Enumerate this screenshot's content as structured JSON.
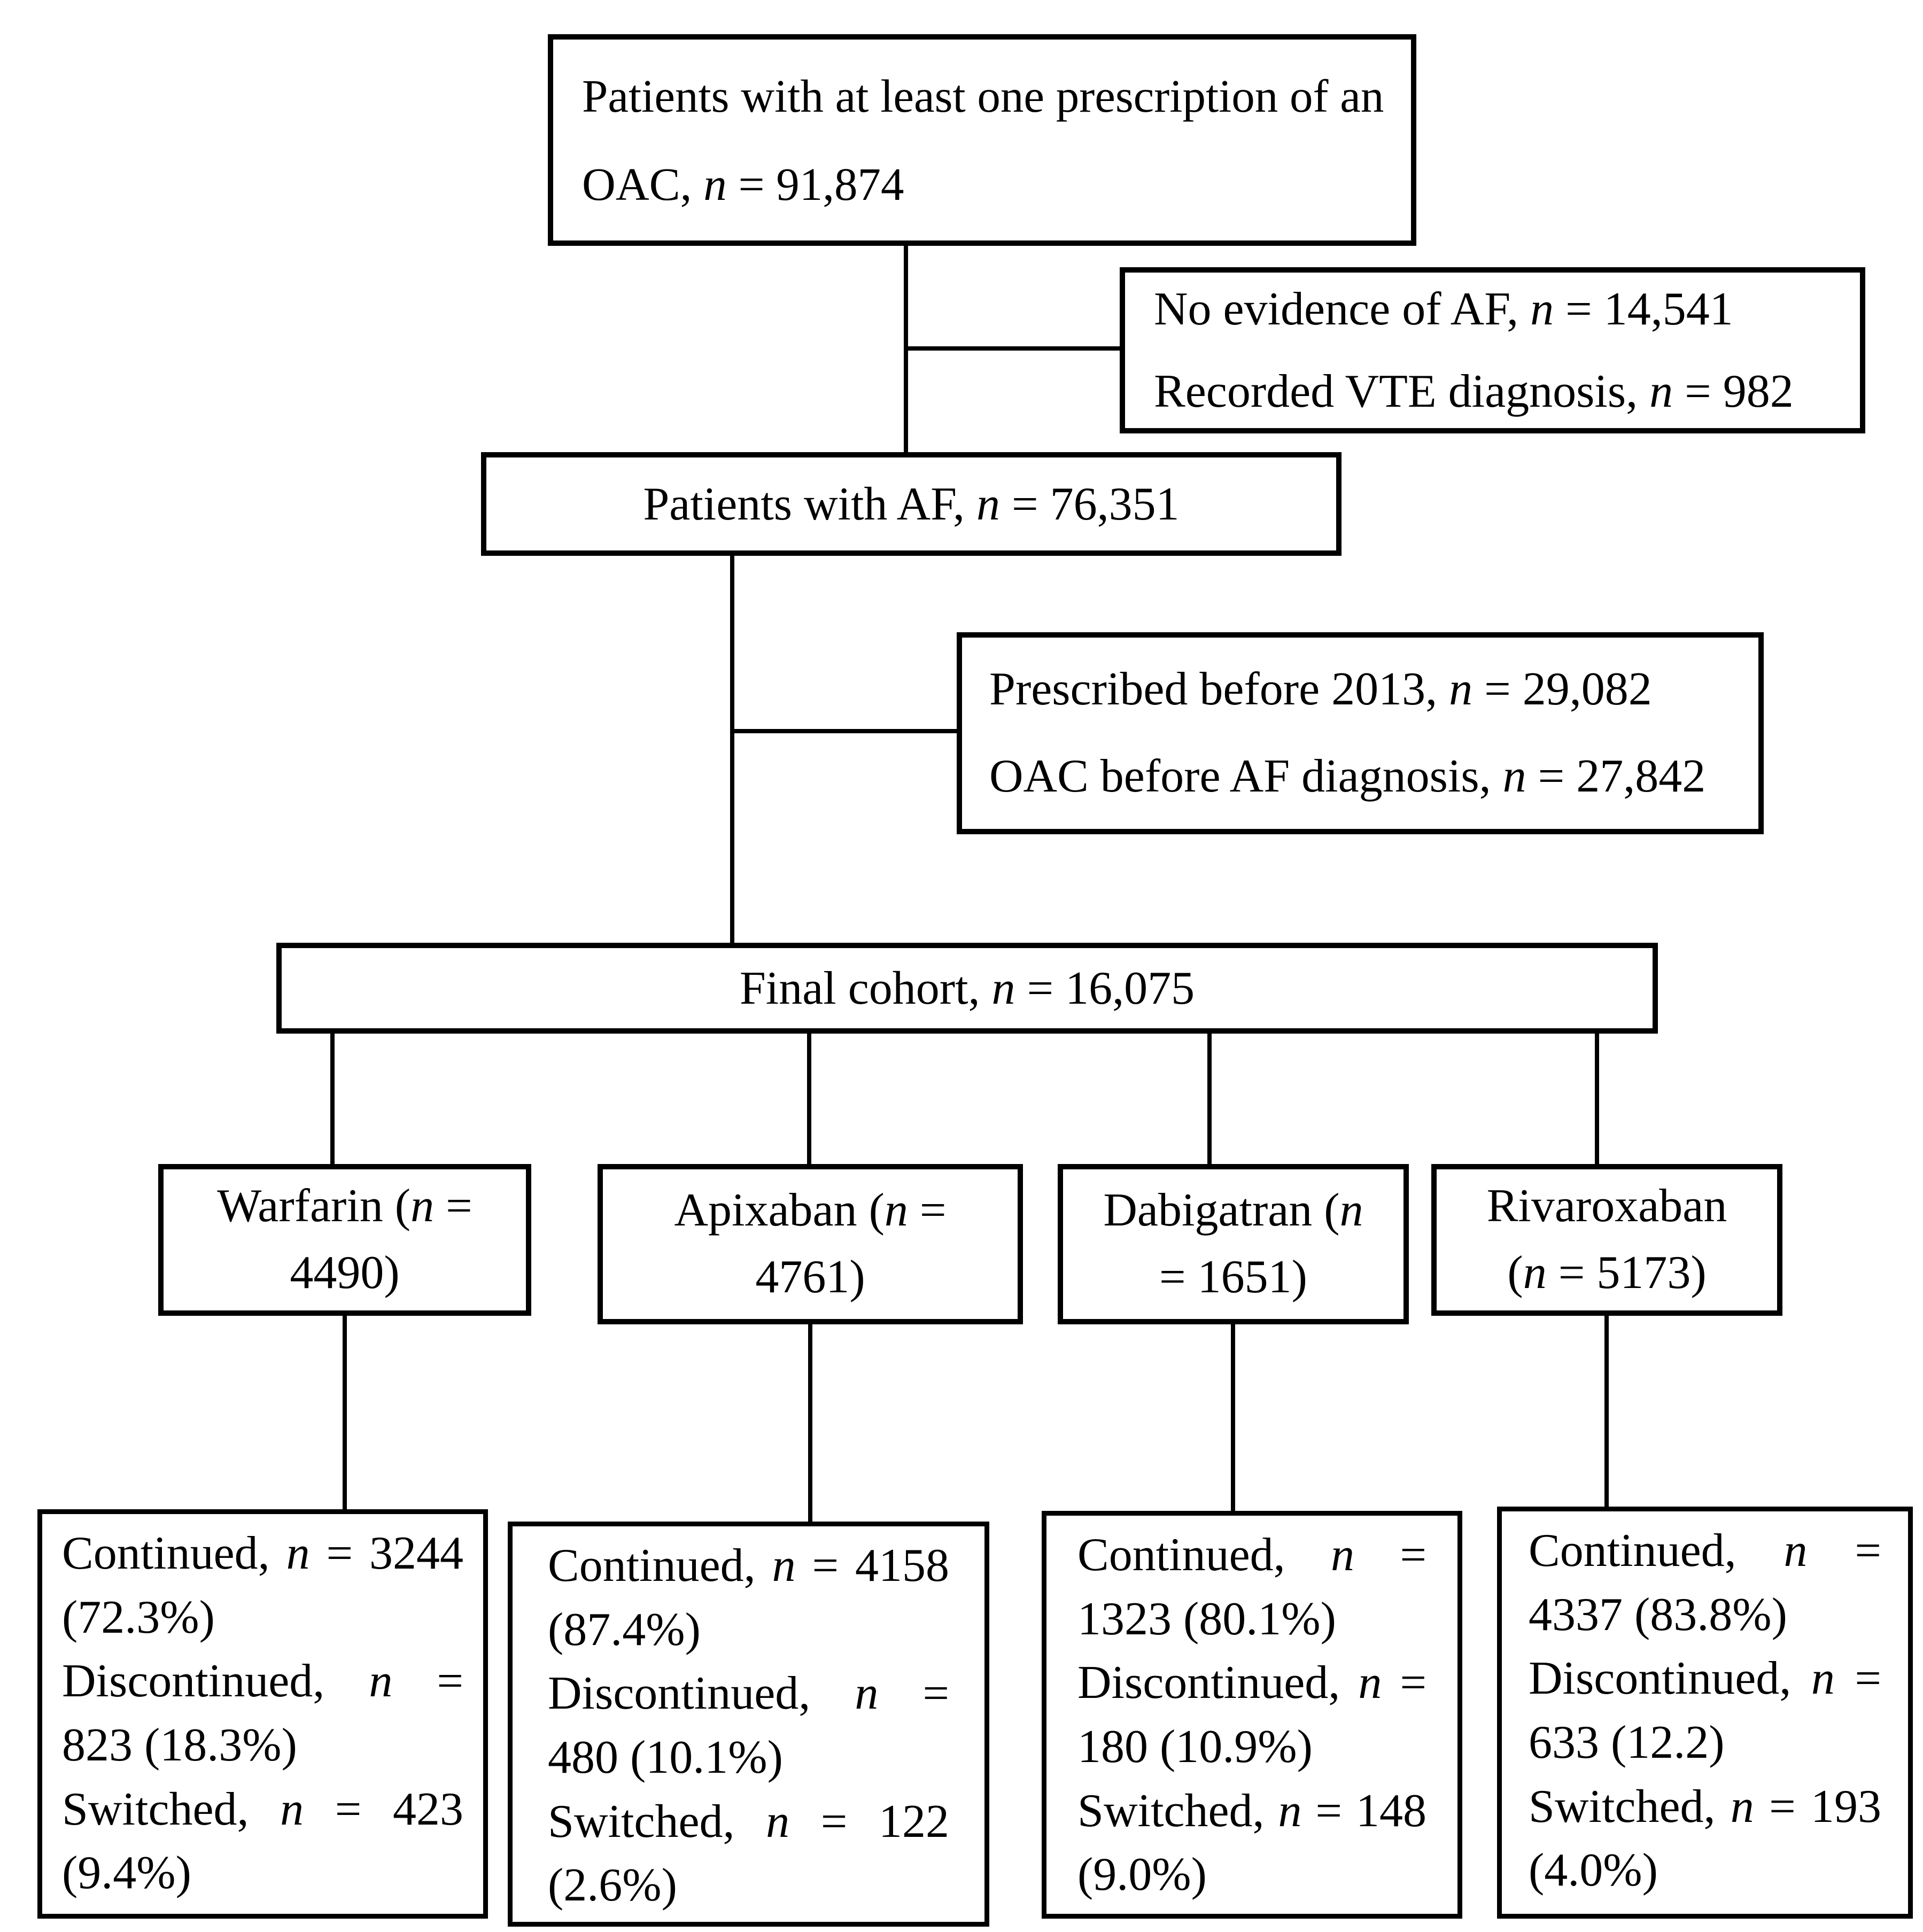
{
  "diagram": {
    "colors": {
      "background": "#ffffff",
      "box_border": "#000000",
      "connector": "#000000",
      "text": "#000000"
    },
    "nodes": {
      "oac": {
        "lines": [
          {
            "pre": "Patients with at least one prescription of an",
            "n": "",
            "post": ""
          },
          {
            "pre": "OAC, ",
            "n": "n",
            "post": " = 91,874"
          }
        ]
      },
      "exclusion_no_af": {
        "lines": [
          {
            "pre": "No evidence of AF, ",
            "n": "n",
            "post": " = 14,541"
          },
          {
            "pre": "Recorded VTE diagnosis, ",
            "n": "n",
            "post": " = 982"
          }
        ]
      },
      "af": {
        "lines": [
          {
            "pre": "Patients with AF, ",
            "n": "n",
            "post": " = 76,351"
          }
        ]
      },
      "exclusion_prior": {
        "lines": [
          {
            "pre": "Prescribed before 2013, ",
            "n": "n",
            "post": " = 29,082"
          },
          {
            "pre": "OAC before AF diagnosis, ",
            "n": "n",
            "post": " = 27,842"
          }
        ]
      },
      "final_cohort": {
        "lines": [
          {
            "pre": "Final cohort, ",
            "n": "n",
            "post": " = 16,075"
          }
        ]
      },
      "warfarin": {
        "lines": [
          {
            "pre": "Warfarin (",
            "n": "n",
            "post": " ="
          },
          {
            "pre": "4490)",
            "n": "",
            "post": ""
          }
        ]
      },
      "apixaban": {
        "lines": [
          {
            "pre": "Apixaban (",
            "n": "n",
            "post": " ="
          },
          {
            "pre": "4761)",
            "n": "",
            "post": ""
          }
        ]
      },
      "dabigatran": {
        "lines": [
          {
            "pre": "Dabigatran (",
            "n": "n",
            "post": ""
          },
          {
            "pre": "= 1651)",
            "n": "",
            "post": ""
          }
        ]
      },
      "rivaroxaban": {
        "lines": [
          {
            "pre": "Rivaroxaban",
            "n": "",
            "post": ""
          },
          {
            "pre": "(",
            "n": "n",
            "post": " = 5173)"
          }
        ]
      },
      "warfarin_outcomes": {
        "items": [
          {
            "pre": "Continued, ",
            "n": "n",
            "post": " = 3244 (72.3%)"
          },
          {
            "pre": "Discontinued, ",
            "n": "n",
            "post": " = 823 (18.3%)"
          },
          {
            "pre": "Switched, ",
            "n": "n",
            "post": " = 423 (9.4%)"
          }
        ]
      },
      "apixaban_outcomes": {
        "items": [
          {
            "pre": "Continued, ",
            "n": "n",
            "post": " = 4158 (87.4%)"
          },
          {
            "pre": "Discontinued, ",
            "n": "n",
            "post": " = 480 (10.1%)"
          },
          {
            "pre": "Switched, ",
            "n": "n",
            "post": " = 122 (2.6%)"
          }
        ]
      },
      "dabigatran_outcomes": {
        "items": [
          {
            "pre": "Continued, ",
            "n": "n",
            "post": " = 1323 (80.1%)"
          },
          {
            "pre": "Discontinued, ",
            "n": "n",
            "post": " = 180 (10.9%)"
          },
          {
            "pre": "Switched, ",
            "n": "n",
            "post": " = 148 (9.0%)"
          }
        ]
      },
      "rivaroxaban_outcomes": {
        "items": [
          {
            "pre": "Continued, ",
            "n": "n",
            "post": " = 4337 (83.8%)"
          },
          {
            "pre": "Discontinued, ",
            "n": "n",
            "post": " = 633 (12.2)"
          },
          {
            "pre": "Switched, ",
            "n": "n",
            "post": " = 193 (4.0%)"
          }
        ]
      }
    }
  }
}
